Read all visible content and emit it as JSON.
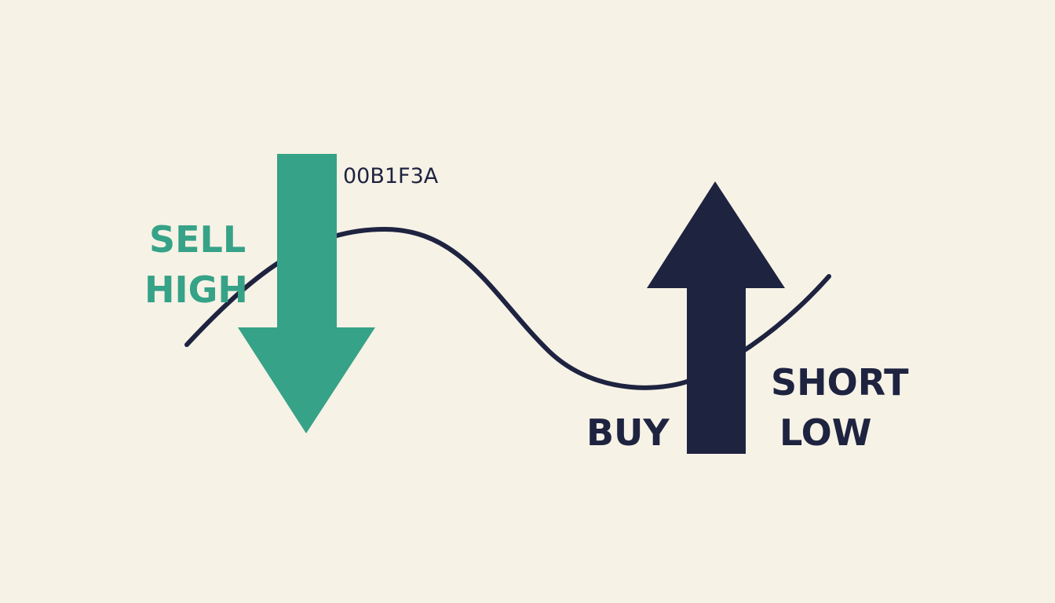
{
  "labels": {
    "sell": "SELL",
    "high": "HIGH",
    "buy": "BUY",
    "short": "SHORT",
    "low": "LOW",
    "code": "00B1F3A"
  },
  "colors": {
    "background": "#f6f2e6",
    "green_arrow": "#36a287",
    "dark_arrow": "#1e2340",
    "curve": "#1e2340"
  },
  "icons": {
    "down_arrow": "down-arrow-icon",
    "up_arrow": "up-arrow-icon"
  }
}
